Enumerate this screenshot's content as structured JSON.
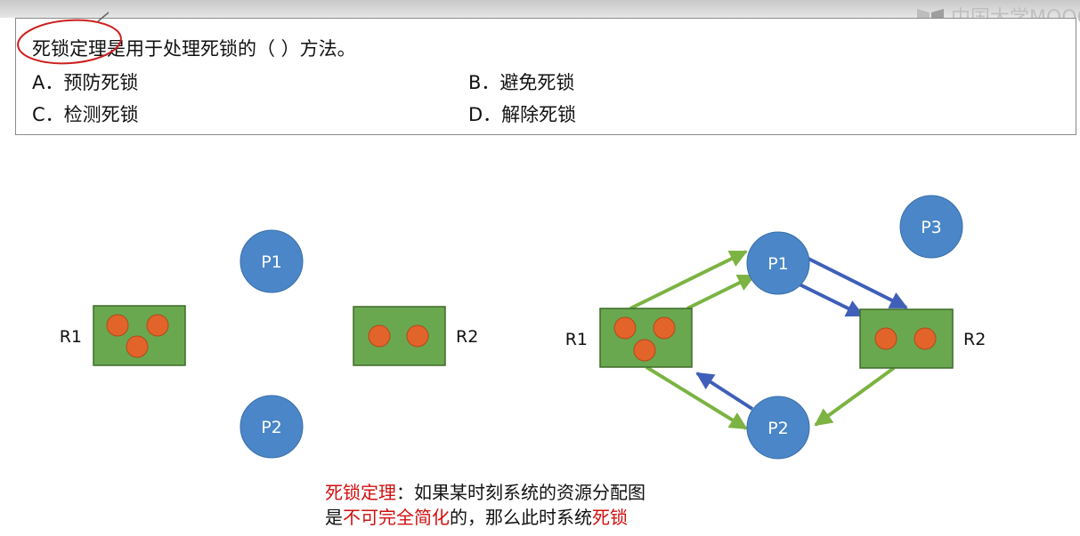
{
  "logo": {
    "text": "中国大学MOOC"
  },
  "question": {
    "stem": "死锁定理是用于处理死锁的（  ）方法。",
    "options": [
      {
        "text": "A．预防死锁"
      },
      {
        "text": "B．避免死锁"
      },
      {
        "text": "C．检测死锁"
      },
      {
        "text": "D．解除死锁"
      }
    ]
  },
  "left_graph": {
    "processes": [
      "P1",
      "P2"
    ],
    "resources": [
      {
        "label": "R1",
        "units": 3
      },
      {
        "label": "R2",
        "units": 2
      }
    ]
  },
  "right_graph": {
    "processes": [
      "P1",
      "P2",
      "P3"
    ],
    "resources": [
      {
        "label": "R1",
        "units": 3
      },
      {
        "label": "R2",
        "units": 2
      }
    ]
  },
  "note": {
    "line1_red": "死锁定理",
    "line1_rest": "：如果某时刻系统的资源分配图",
    "line2_start": "是",
    "line2_red1": "不可完全简化",
    "line2_mid": "的，那么此时系统",
    "line2_red2": "死锁"
  },
  "colors": {
    "process_fill": "#4a86c8",
    "resource_fill": "#6aa84f",
    "unit_fill": "#e2642a",
    "assign_edge": "#7cb342",
    "request_edge": "#3f5fb8",
    "annotation_red": "#cc1f1f"
  }
}
